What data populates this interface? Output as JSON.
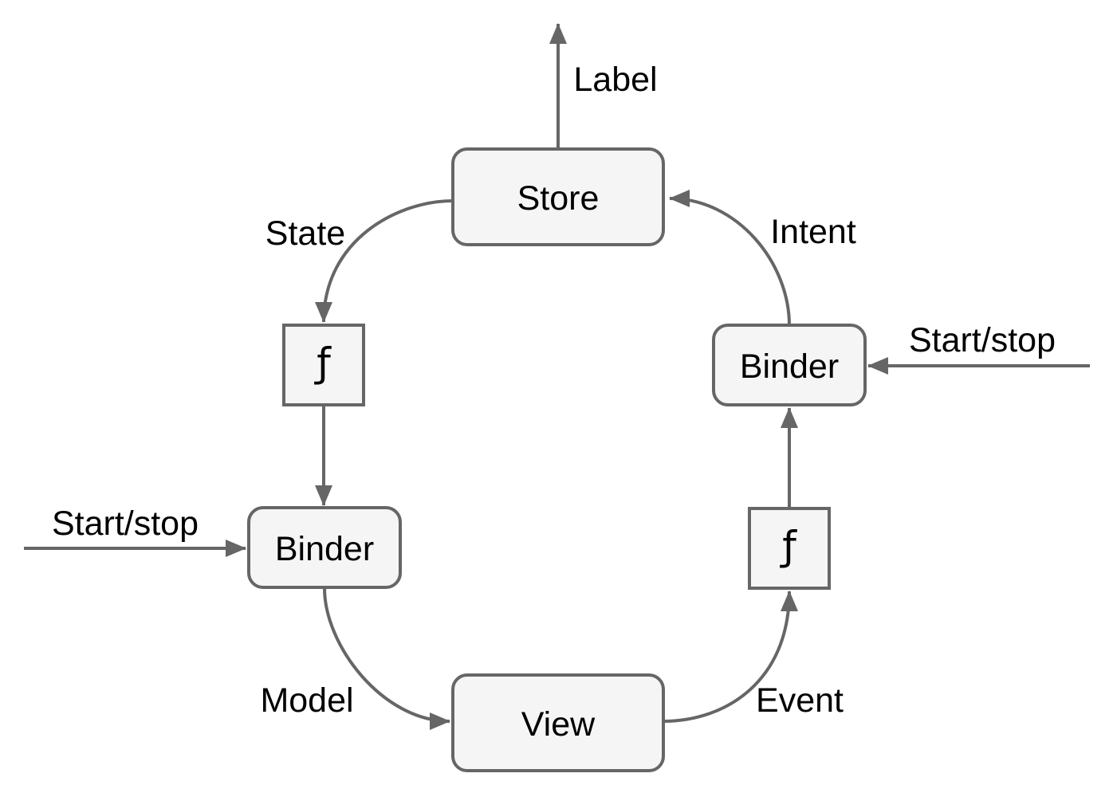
{
  "diagram": {
    "type": "flow-diagram",
    "description": "Unidirectional data flow architecture cycle",
    "colors": {
      "background": "#ffffff",
      "node_fill": "#f5f5f5",
      "node_stroke": "#666666",
      "edge_stroke": "#666666",
      "text": "#000000"
    },
    "nodes": [
      {
        "id": "store",
        "label": "Store",
        "shape": "rounded-rect"
      },
      {
        "id": "f-left",
        "label": "ƒ",
        "shape": "square"
      },
      {
        "id": "binder-left",
        "label": "Binder",
        "shape": "rounded-rect"
      },
      {
        "id": "view",
        "label": "View",
        "shape": "rounded-rect"
      },
      {
        "id": "f-right",
        "label": "ƒ",
        "shape": "square"
      },
      {
        "id": "binder-right",
        "label": "Binder",
        "shape": "rounded-rect"
      }
    ],
    "edges": [
      {
        "id": "store-to-outside",
        "from": "store",
        "to": "outside-top",
        "label": "Label"
      },
      {
        "id": "store-to-f-left",
        "from": "store",
        "to": "f-left",
        "label": "State"
      },
      {
        "id": "f-left-to-binder-left",
        "from": "f-left",
        "to": "binder-left",
        "label": ""
      },
      {
        "id": "outside-to-binder-left",
        "from": "outside-left",
        "to": "binder-left",
        "label": "Start/stop"
      },
      {
        "id": "binder-left-to-view",
        "from": "binder-left",
        "to": "view",
        "label": "Model"
      },
      {
        "id": "view-to-f-right",
        "from": "view",
        "to": "f-right",
        "label": "Event"
      },
      {
        "id": "f-right-to-binder-right",
        "from": "f-right",
        "to": "binder-right",
        "label": ""
      },
      {
        "id": "outside-to-binder-right",
        "from": "outside-right",
        "to": "binder-right",
        "label": "Start/stop"
      },
      {
        "id": "binder-right-to-store",
        "from": "binder-right",
        "to": "store",
        "label": "Intent"
      }
    ]
  }
}
